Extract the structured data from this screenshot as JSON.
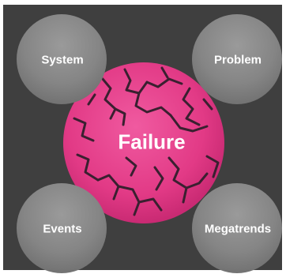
{
  "diagram": {
    "center": {
      "label": "Failure",
      "color": "#e8438d",
      "crack_color": "#3a2030"
    },
    "nodes": [
      {
        "id": "system",
        "label": "System"
      },
      {
        "id": "problem",
        "label": "Problem"
      },
      {
        "id": "events",
        "label": "Events"
      },
      {
        "id": "megatrends",
        "label": "Megatrends"
      }
    ],
    "node_color": "#8a8a8a",
    "background_color": "#3f3f3f"
  }
}
